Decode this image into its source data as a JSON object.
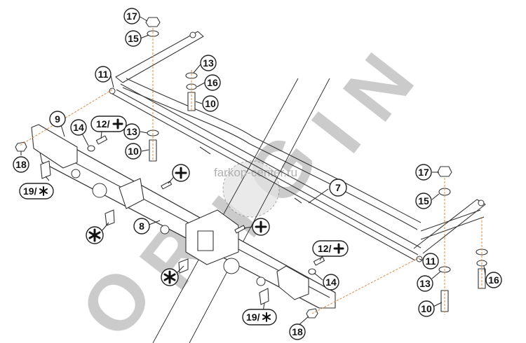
{
  "watermark": {
    "letters": [
      "O",
      "R",
      "I",
      "G",
      "I",
      "N"
    ],
    "site": "farkop-center.ru"
  },
  "callouts": {
    "c17a": "17",
    "c15a": "15",
    "c11a": "11",
    "c13a": "13",
    "c16a": "16",
    "c10a": "10",
    "c9": "9",
    "c14a": "14",
    "c12a": "12/",
    "c13b": "13",
    "c10b": "10",
    "c18a": "18",
    "c19a": "19/",
    "c8": "8",
    "c7": "7",
    "c17b": "17",
    "c15b": "15",
    "c11b": "11",
    "c13c": "13",
    "c16b": "16",
    "c10c": "10",
    "c12b": "12/",
    "c14b": "14",
    "c19b": "19/",
    "c18b": "18"
  },
  "symbols": {
    "plus": "plus-symbol",
    "asterisk": "asterisk-symbol"
  },
  "colors": {
    "line": "#333333",
    "leader": "#e08a3c",
    "watermark": "#bdbdbd"
  }
}
